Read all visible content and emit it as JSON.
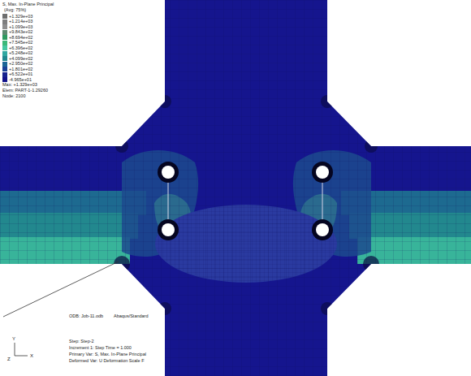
{
  "diagram": {
    "labels": [
      "S, Max. In-Plane Principal",
      "(Avg: 75%)",
      "Max: +1.329e+03",
      "Elem: PART-1-1.29260",
      "Node: 2100",
      "ODB: Job-11.odb",
      "Abaqus/Standard",
      "Step: Step-2",
      "Increment    1: Step Time =    1.000",
      "Primary Var: S, Max. In-Plane Principal",
      "Deformed Var: U   Deformation Scale F",
      "Y",
      "Z",
      "X"
    ],
    "legend": [
      {
        "text": "+1.329e+03",
        "color": "#6e6e6e"
      },
      {
        "text": "+1.214e+03",
        "color": "#7e7e7e"
      },
      {
        "text": "+1.099e+03",
        "color": "#8e8e8e"
      },
      {
        "text": "+9.843e+02",
        "color": "#5e8a6e"
      },
      {
        "text": "+8.694e+02",
        "color": "#2e9a5e"
      },
      {
        "text": "+7.545e+02",
        "color": "#3cb878"
      },
      {
        "text": "+6.396e+02",
        "color": "#46c8a0"
      },
      {
        "text": "+5.248e+02",
        "color": "#30a8a0"
      },
      {
        "text": "+4.099e+02",
        "color": "#20888e"
      },
      {
        "text": "+2.950e+02",
        "color": "#1c6696"
      },
      {
        "text": "+1.801e+02",
        "color": "#1a4296"
      },
      {
        "text": "+6.522e+01",
        "color": "#16228e"
      },
      {
        "text": "-4.965e+01",
        "color": "#12128a"
      }
    ]
  }
}
